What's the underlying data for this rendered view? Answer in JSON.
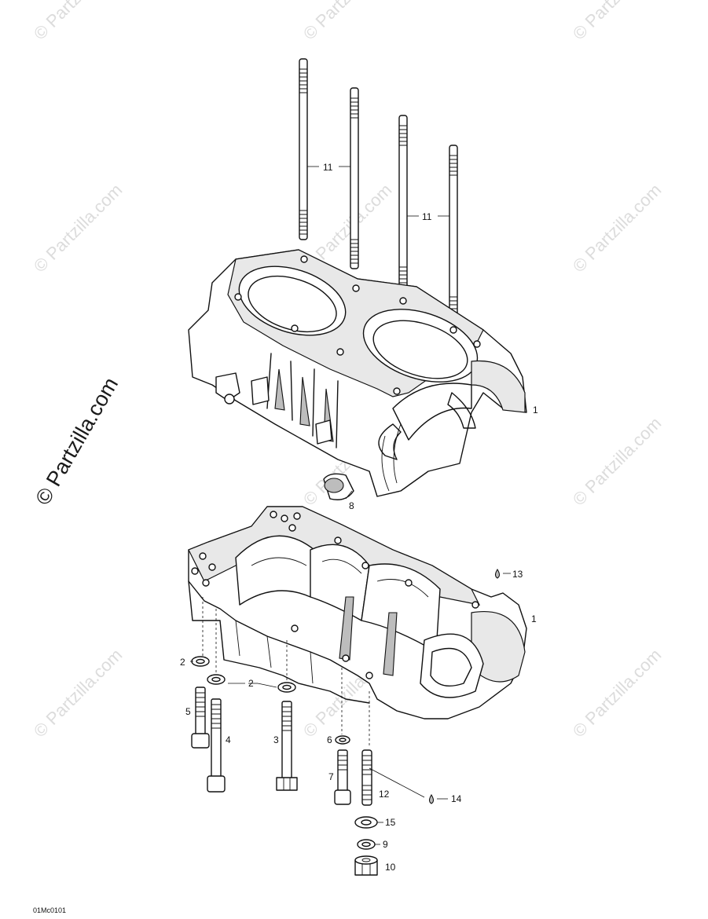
{
  "watermarks": {
    "small": "© Partzilla.com",
    "large": "© Partzilla.com"
  },
  "diagram_code": "01Mc0101",
  "callouts": {
    "stud_a": "11",
    "stud_b": "11",
    "crankcase_upper": "1",
    "plug": "8",
    "crankcase_lower": "1",
    "sealant_top": "13",
    "washer_a": "2",
    "washer_b": "2",
    "bolt_5": "5",
    "bolt_4": "4",
    "bolt_3": "3",
    "washer_6": "6",
    "bolt_7": "7",
    "stud_12": "12",
    "sealant_bottom": "14",
    "washer_15": "15",
    "washer_9": "9",
    "nut_10": "10"
  }
}
